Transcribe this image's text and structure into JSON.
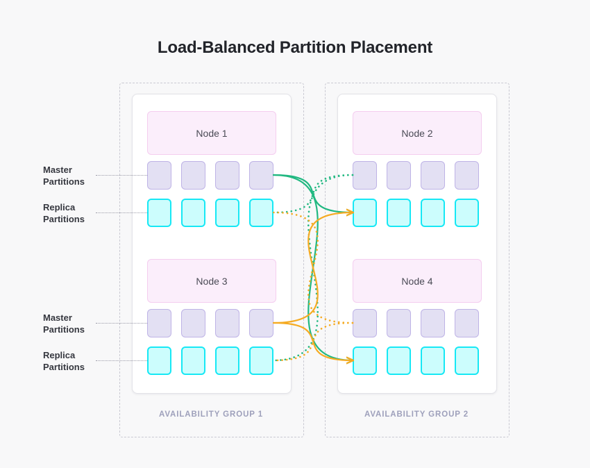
{
  "page": {
    "title": "Load-Balanced Partition Placement",
    "background_color": "#f8f8f9"
  },
  "colors": {
    "master_fill": "#e3e0f3",
    "master_border": "#beb3e6",
    "replica_fill": "#ccfdfd",
    "replica_border": "#16e8f5",
    "node_fill": "#fbeefb",
    "node_border": "#f4cdef",
    "panel_fill": "#ffffff",
    "panel_border": "#e3e3e8",
    "group_border": "#c9c9d2",
    "group_label": "#9ea0bb",
    "link_green": "#21b881",
    "link_orange": "#f5ab23",
    "title_color": "#22242a"
  },
  "groups": [
    {
      "id": "availability-group-1",
      "label": "AVAILABILITY GROUP 1",
      "nodes": [
        {
          "id": "node-1",
          "label": "Node 1",
          "master_label": "Master\nPartitions",
          "replica_label": "Replica\nPartitions",
          "master_count": 4,
          "replica_count": 4
        },
        {
          "id": "node-3",
          "label": "Node 3",
          "master_label": "Master\nPartitions",
          "replica_label": "Replica\nPartitions",
          "master_count": 4,
          "replica_count": 4
        }
      ]
    },
    {
      "id": "availability-group-2",
      "label": "AVAILABILITY GROUP 2",
      "nodes": [
        {
          "id": "node-2",
          "label": "Node 2",
          "master_count": 4,
          "replica_count": 4
        },
        {
          "id": "node-4",
          "label": "Node 4",
          "master_count": 4,
          "replica_count": 4
        }
      ]
    }
  ],
  "row_labels": {
    "master_line1": "Master",
    "master_line2": "Partitions",
    "replica_line1": "Replica",
    "replica_line2": "Partitions"
  },
  "nodes": {
    "node1": "Node 1",
    "node2": "Node 2",
    "node3": "Node 3",
    "node4": "Node 4"
  },
  "labels": {
    "ag1": "AVAILABILITY GROUP 1",
    "ag2": "AVAILABILITY GROUP 2",
    "master_line1": "Master",
    "master_line2": "Partitions",
    "replica_line1": "Replica",
    "replica_line2": "Partitions"
  },
  "links": [
    {
      "id": "n1-master-to-n2-replica",
      "color": "#21b881",
      "style": "solid",
      "from": "node-1-master",
      "to": "node-2-replica",
      "arrow": true
    },
    {
      "id": "n1-master-to-n4-replica",
      "color": "#21b881",
      "style": "solid",
      "from": "node-1-master",
      "to": "node-4-replica",
      "arrow": true
    },
    {
      "id": "n2-master-to-n1-replica",
      "color": "#21b881",
      "style": "dotted",
      "from": "node-2-master",
      "to": "node-1-replica",
      "arrow": false
    },
    {
      "id": "n2-master-to-n3-replica",
      "color": "#21b881",
      "style": "dotted",
      "from": "node-2-master",
      "to": "node-3-replica",
      "arrow": false
    },
    {
      "id": "n3-master-to-n2-replica",
      "color": "#f5ab23",
      "style": "solid",
      "from": "node-3-master",
      "to": "node-2-replica",
      "arrow": true
    },
    {
      "id": "n3-master-to-n4-replica",
      "color": "#f5ab23",
      "style": "solid",
      "from": "node-3-master",
      "to": "node-4-replica",
      "arrow": true
    },
    {
      "id": "n4-master-to-n1-replica",
      "color": "#f5ab23",
      "style": "dotted",
      "from": "node-4-master",
      "to": "node-1-replica",
      "arrow": false
    },
    {
      "id": "n4-master-to-n3-replica",
      "color": "#f5ab23",
      "style": "dotted",
      "from": "node-4-master",
      "to": "node-3-replica",
      "arrow": false
    }
  ]
}
